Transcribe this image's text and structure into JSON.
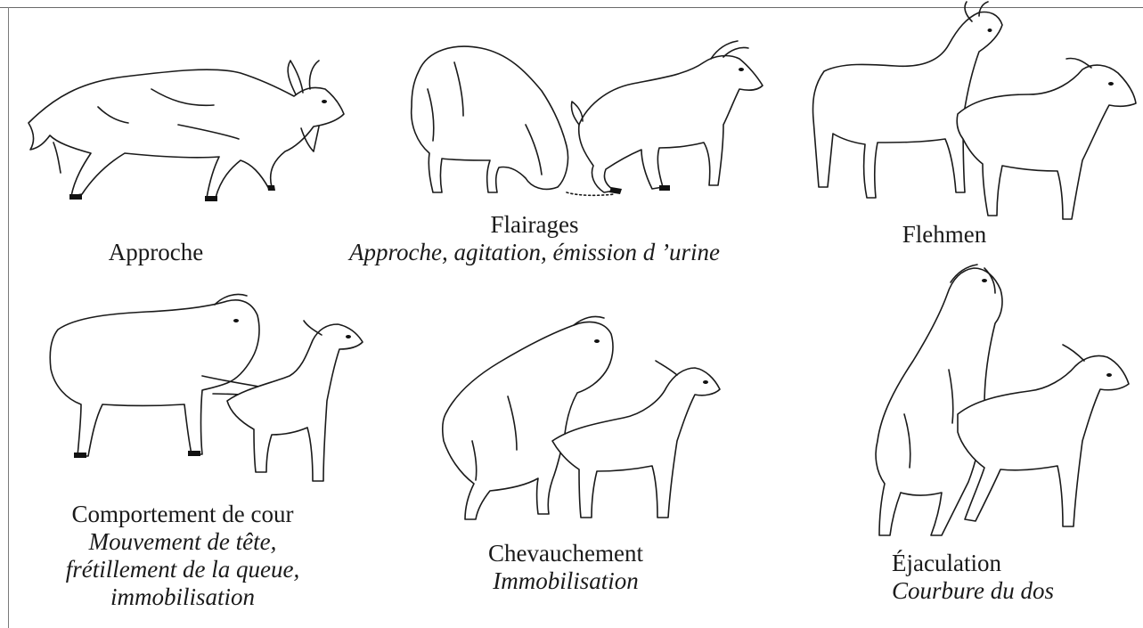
{
  "panels": [
    {
      "id": "approche",
      "title": "Approche",
      "subtitle": []
    },
    {
      "id": "flairages",
      "title": "Flairages",
      "subtitle": [
        "Approche, agitation, émission d ’urine"
      ]
    },
    {
      "id": "flehmen",
      "title": "Flehmen",
      "subtitle": []
    },
    {
      "id": "cour",
      "title": "Comportement de cour",
      "subtitle": [
        "Mouvement de tête,",
        "frétillement de la queue,",
        "immobilisation"
      ]
    },
    {
      "id": "chevauchement",
      "title": "Chevauchement",
      "subtitle": [
        "Immobilisation"
      ]
    },
    {
      "id": "ejaculation",
      "title": "Éjaculation",
      "subtitle": [
        "Courbure du dos"
      ]
    }
  ]
}
